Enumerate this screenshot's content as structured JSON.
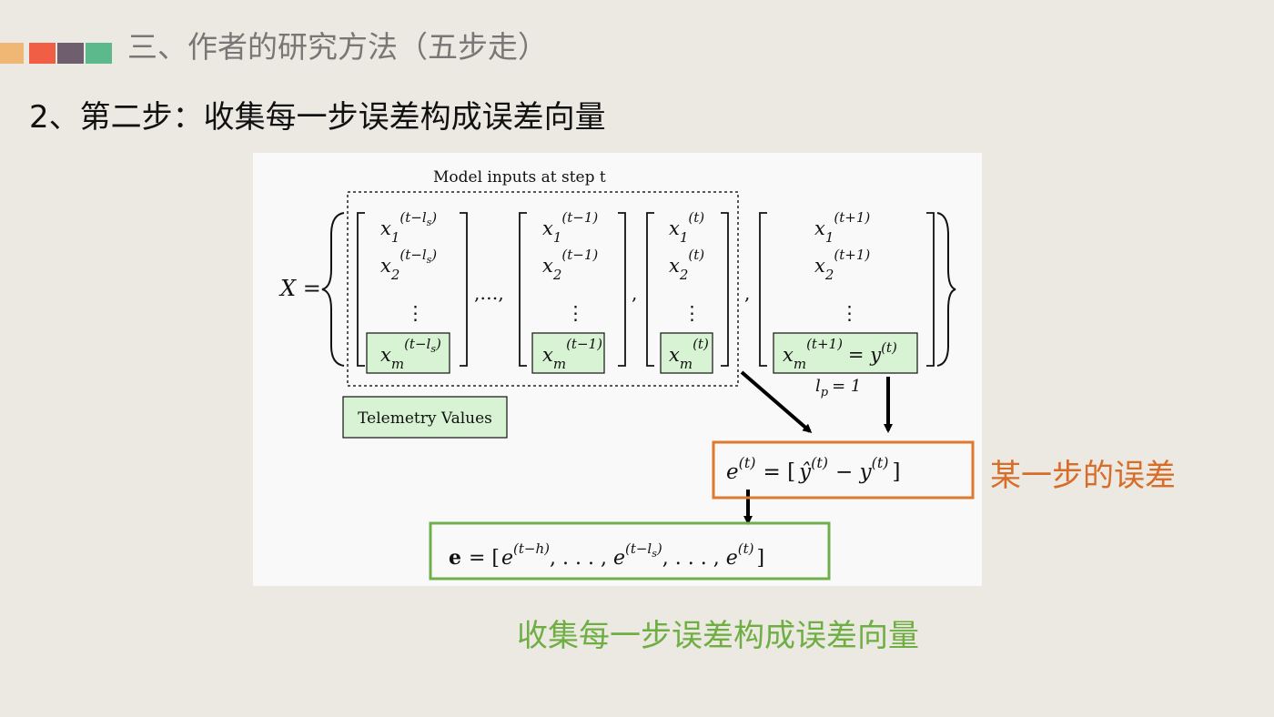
{
  "header": {
    "title": "三、作者的研究方法（五步走）",
    "squares": [
      "#f0b774",
      "#ef5e45",
      "#6e5e6e",
      "#5cb98c"
    ]
  },
  "step_title": "2、第二步：收集每一步误差构成误差向量",
  "figure": {
    "model_inputs_label": "Model inputs at step t",
    "telemetry_label": "Telemetry Values",
    "X_eq": "X =",
    "ellipsis": ",…,",
    "comma": ",",
    "lp_label": "l",
    "lp_sub": "p",
    "lp_value": "= 1",
    "col1": {
      "sup": "(t−l",
      "sup_sub": "s",
      "sup_end": ")"
    },
    "col2": {
      "sup": "(t−1)"
    },
    "col3": {
      "sup": "(t)"
    },
    "col4": {
      "sup": "(t+1)"
    },
    "x_letter": "x",
    "sub_1": "1",
    "sub_2": "2",
    "sub_m": "m",
    "vdots": "⋮",
    "y_eq": "= y",
    "y_sup": "(t)",
    "error_eq": {
      "e": "e",
      "e_sup": "(t)",
      "eq": "= [",
      "yhat": "ŷ",
      "yhat_sup": "(t)",
      "minus": "− y",
      "y_sup": "(t)",
      "close": "]"
    },
    "vector_eq": {
      "bold_e": "e",
      "eq": "= [",
      "e1": "e",
      "e1_sup": "(t−h)",
      "sep1": ", . . . , ",
      "e2": "e",
      "e2_sup_pre": "(t−l",
      "e2_sup_sub": "s",
      "e2_sup_end": ")",
      "sep2": ", . . . , ",
      "e3": "e",
      "e3_sup": "(t)",
      "close": "]"
    },
    "colors": {
      "highlight_fill": "#d8f3d4",
      "orange": "#e0782e",
      "green": "#6eb04a"
    }
  },
  "side_label": "某一步的误差",
  "bottom_label": "收集每一步误差构成误差向量"
}
